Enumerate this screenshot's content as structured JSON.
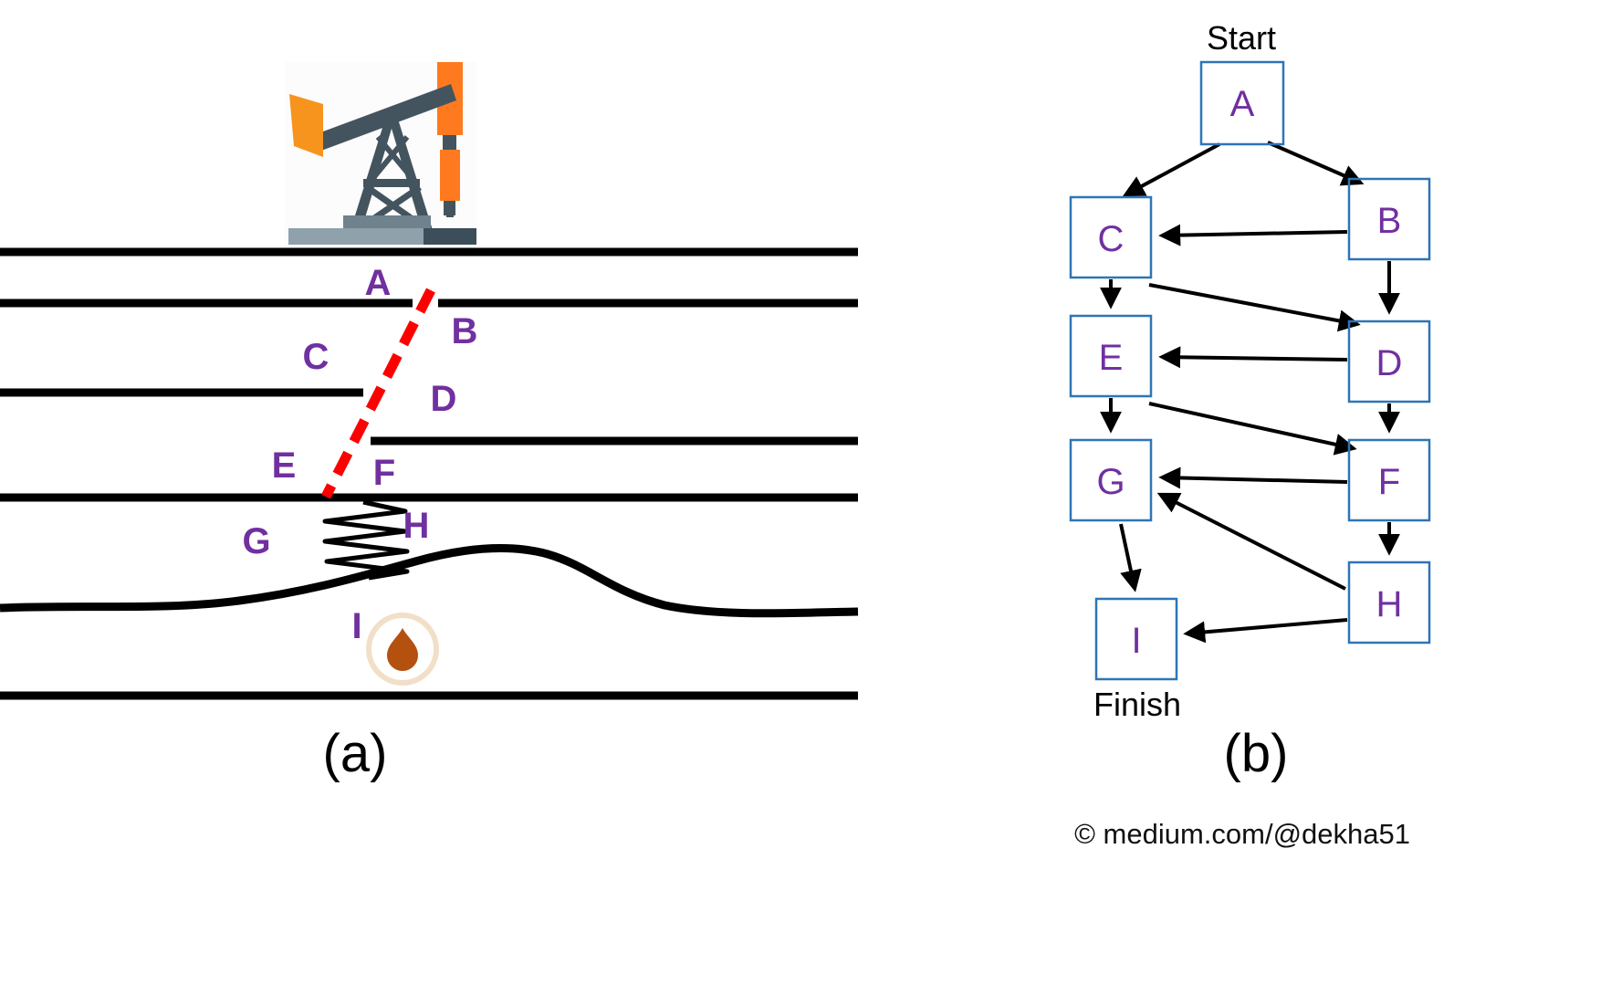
{
  "nodes": {
    "a": "A",
    "b": "B",
    "c": "C",
    "d": "D",
    "e": "E",
    "f": "F",
    "g": "G",
    "h": "H",
    "i": "I"
  },
  "panel_a": {
    "caption": "(a)",
    "icons": {
      "pump_jack": "pump-jack-icon",
      "oil_drop": "oil-drop-icon"
    }
  },
  "panel_b": {
    "caption": "(b)",
    "start_label": "Start",
    "finish_label": "Finish",
    "edges": [
      [
        "A",
        "C"
      ],
      [
        "A",
        "B"
      ],
      [
        "B",
        "C"
      ],
      [
        "B",
        "D"
      ],
      [
        "C",
        "D"
      ],
      [
        "C",
        "E"
      ],
      [
        "D",
        "E"
      ],
      [
        "D",
        "F"
      ],
      [
        "E",
        "F"
      ],
      [
        "E",
        "G"
      ],
      [
        "F",
        "G"
      ],
      [
        "F",
        "H"
      ],
      [
        "G",
        "I"
      ],
      [
        "H",
        "G"
      ],
      [
        "H",
        "I"
      ]
    ]
  },
  "credit": "© medium.com/@dekha51",
  "colors": {
    "label_purple": "#7030A0",
    "node_box_blue": "#2E75B6",
    "fault_red": "#FF0000",
    "stratum_black": "#000000",
    "oil_drop_brown": "#B4510E",
    "oil_ring_cream": "#F2DFC8",
    "pump_orange": "#FF7A1F",
    "pump_head_orange": "#F7941E",
    "pump_dark": "#44545F"
  }
}
